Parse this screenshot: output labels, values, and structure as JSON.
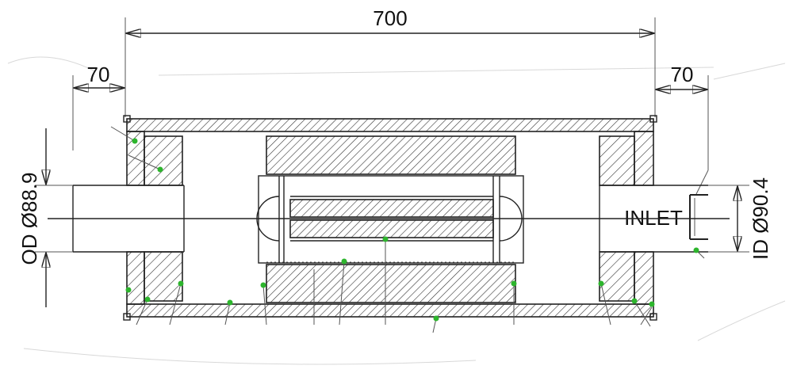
{
  "dimensions": {
    "overall_length": "700",
    "left_pipe_length": "70",
    "right_pipe_length": "70",
    "outlet_diameter": "OD Ø88.9",
    "inlet_diameter": "ID Ø90.4"
  },
  "labels": {
    "inlet": "INLET"
  },
  "colors": {
    "line": "#222222",
    "weld_marker": "#2db52d",
    "background": "#ffffff"
  }
}
